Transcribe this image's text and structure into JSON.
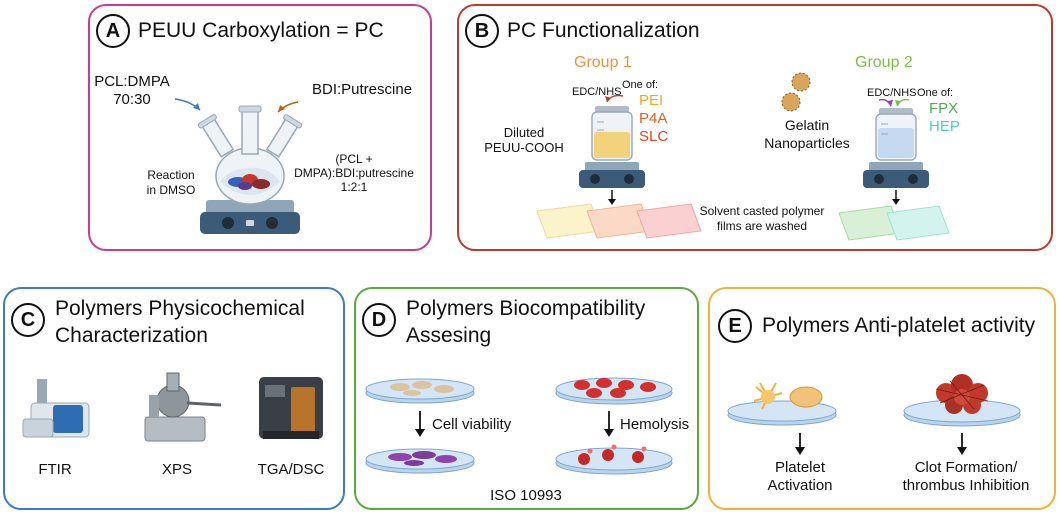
{
  "colors": {
    "panel_a": "#c93a9a",
    "panel_b": "#c0392b",
    "panel_c": "#3a7cc7",
    "panel_d": "#5aaa3c",
    "panel_e": "#f0b23a",
    "group1": "#f3903a",
    "group2": "#7ac142",
    "pei": "#f5a623",
    "p4a": "#ea5b1e",
    "slc": "#e8431e",
    "fpx": "#4caf50",
    "hep": "#3fd6b8"
  },
  "panel_a": {
    "letter": "A",
    "title": "PEUU Carboxylation = PC",
    "pcl_dmpa": "PCL:DMPA",
    "pcl_ratio": "70:30",
    "bdi": "BDI:Putrescine",
    "reaction_1": "Reaction",
    "reaction_2": "in  DMSO",
    "ratio_1": "(PCL +",
    "ratio_2": "DMPA):BDI:putrescine",
    "ratio_3": "1:2:1"
  },
  "panel_b": {
    "letter": "B",
    "title": "PC Functionalization",
    "group1": "Group 1",
    "group2": "Group 2",
    "edc_nhs_1": "EDC/NHS",
    "edc_nhs_2": "EDC/NHS",
    "one_of_1": "One of:",
    "one_of_2": "One of:",
    "g1_items": [
      "PEI",
      "P4A",
      "SLC"
    ],
    "g2_items": [
      "FPX",
      "HEP"
    ],
    "diluted_1": "Diluted",
    "diluted_2": "PEUU-COOH",
    "gelatin_1": "Gelatin",
    "gelatin_2": "Nanoparticles",
    "solvent_1": "Solvent casted polymer",
    "solvent_2": "films are washed"
  },
  "panel_c": {
    "letter": "C",
    "title_1": "Polymers Physicochemical",
    "title_2": "Characterization",
    "instruments": [
      "FTIR",
      "XPS",
      "TGA/DSC"
    ]
  },
  "panel_d": {
    "letter": "D",
    "title_1": "Polymers Biocompatibility",
    "title_2": "Assesing",
    "cell_viability": "Cell viability",
    "hemolysis": "Hemolysis",
    "iso": "ISO 10993"
  },
  "panel_e": {
    "letter": "E",
    "title": "Polymers Anti-platelet activity",
    "platelet_1": "Platelet",
    "platelet_2": "Activation",
    "clot_1": "Clot Formation/",
    "clot_2": "thrombus Inhibition"
  }
}
